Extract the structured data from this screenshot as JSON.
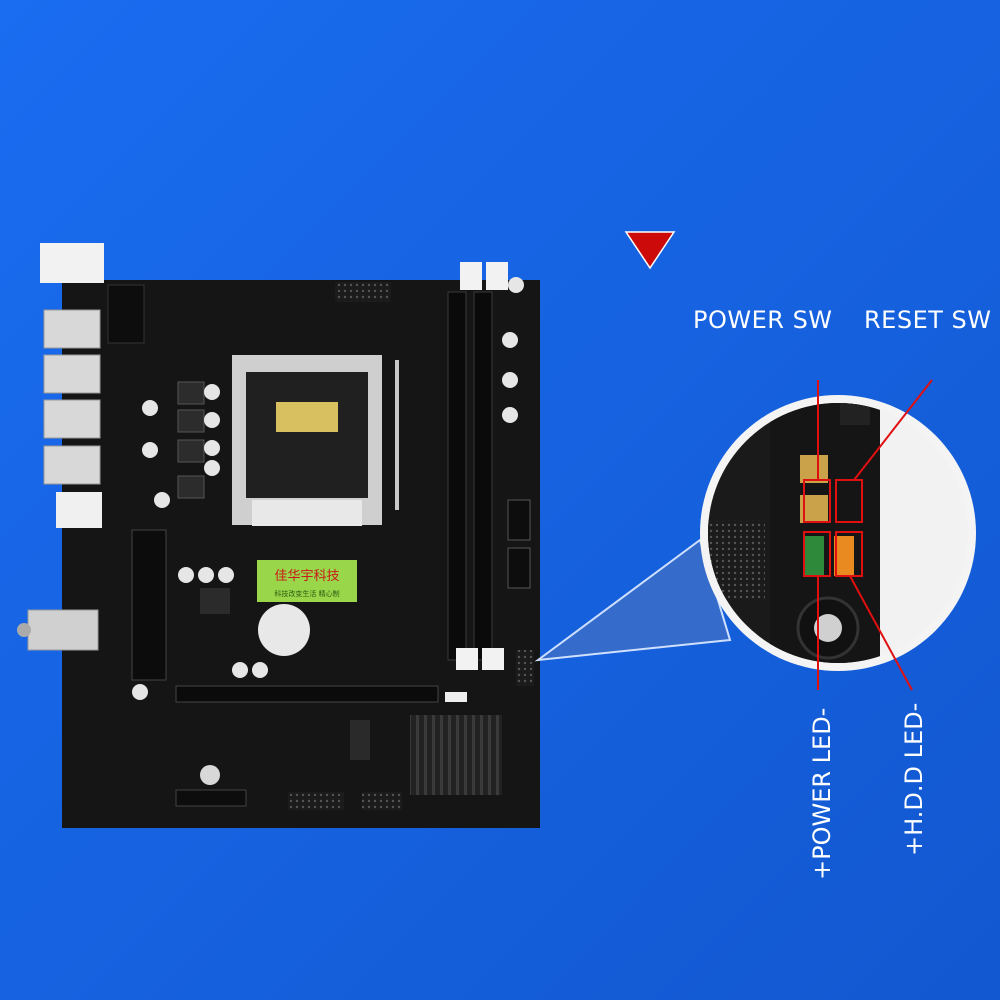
{
  "image": {
    "background_color": "#1565e0",
    "board_color": "#141414",
    "highlight_color": "#e01010",
    "marker_color": "#cc0a0a"
  },
  "labels": {
    "power_sw": "POWER SW",
    "reset_sw": "RESET SW",
    "power_led": "+POWER LED-",
    "hdd_led": "+H.D.D LED-"
  },
  "board_sticker": {
    "line1": "佳华宇科技",
    "line2": "科技改变生活 精心制"
  }
}
